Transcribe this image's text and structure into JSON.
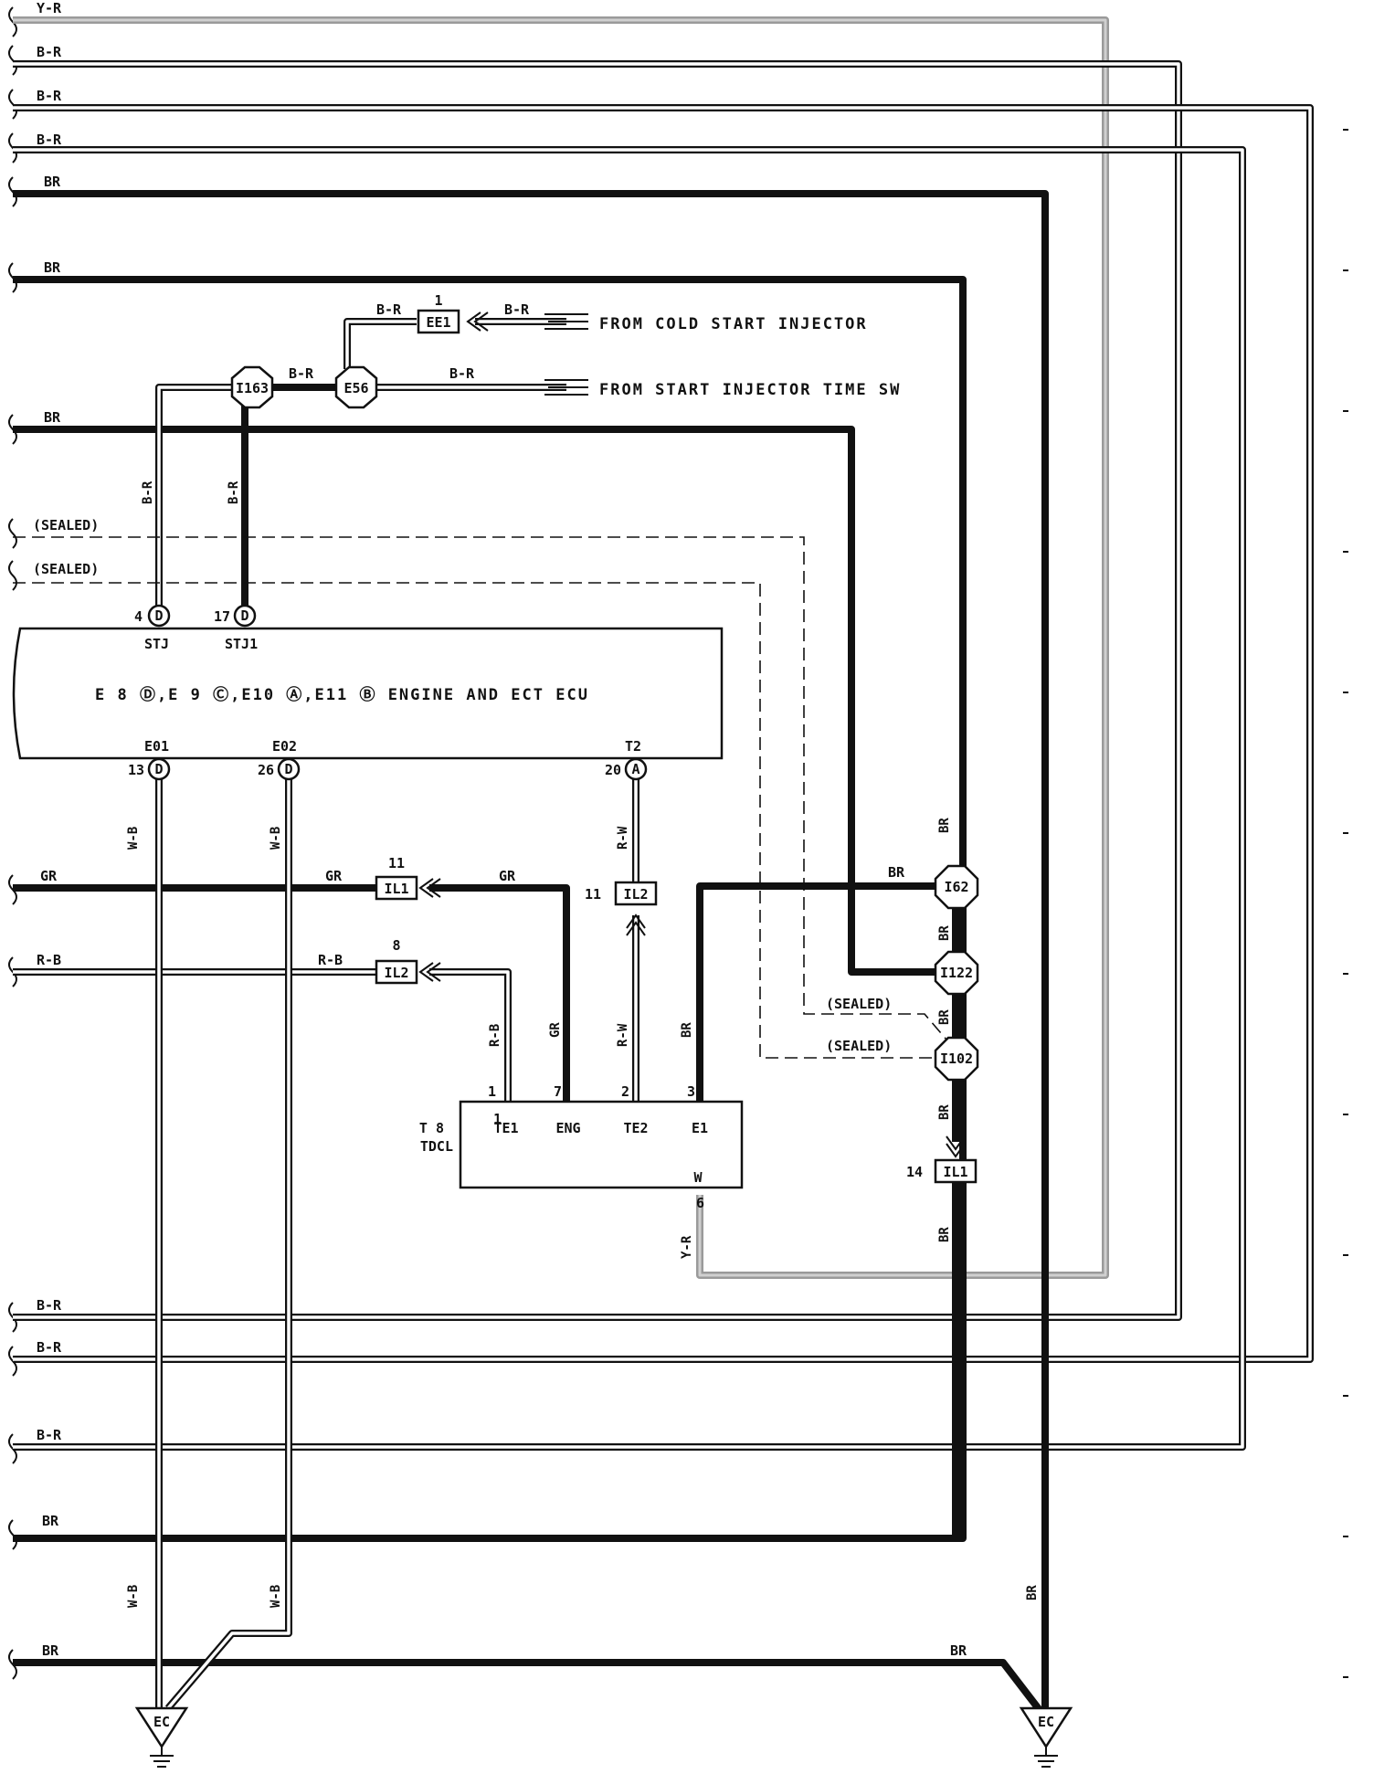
{
  "wires": {
    "left_top": [
      "Y-R",
      "B-R",
      "B-R",
      "B-R",
      "BR",
      "BR",
      "BR"
    ],
    "left_bottom": [
      "B-R",
      "B-R",
      "B-R",
      "BR",
      "BR"
    ],
    "gr": "GR",
    "rb": "R-B",
    "wb": "W-B",
    "rw": "R-W",
    "br": "BR",
    "yr": "Y-R",
    "b_r": "B-R"
  },
  "sealed": "(SEALED)",
  "connectors": {
    "ee1": {
      "name": "EE1",
      "pin": "1"
    },
    "e56": "E56",
    "i163": "I163",
    "i62": "I62",
    "i122": "I122",
    "i102": "I102",
    "il1_top": {
      "name": "IL1",
      "pin": "11"
    },
    "il2_left": {
      "name": "IL2",
      "pin": "8"
    },
    "il2_mid": {
      "name": "IL2",
      "pin": "11"
    },
    "il1_bottom": {
      "name": "IL1",
      "pin": "14"
    }
  },
  "sources": {
    "cold_start": "FROM COLD START INJECTOR",
    "start_time_sw": "FROM START INJECTOR TIME SW"
  },
  "ecu": {
    "title": "E 8 Ⓓ,E 9 Ⓒ,E10 Ⓐ,E11 Ⓑ ENGINE AND ECT ECU",
    "pins_top": [
      {
        "num": "4",
        "letter": "D",
        "name": "STJ"
      },
      {
        "num": "17",
        "letter": "D",
        "name": "STJ1"
      }
    ],
    "pins_bottom": [
      {
        "num": "13",
        "letter": "D",
        "name": "E01"
      },
      {
        "num": "26",
        "letter": "D",
        "name": "E02"
      },
      {
        "num": "20",
        "letter": "A",
        "name": "T2"
      }
    ]
  },
  "tdcl": {
    "ref": "T 8",
    "name": "TDCL",
    "pins": [
      {
        "num": "1",
        "name": "TE1"
      },
      {
        "num": "7",
        "name": "ENG"
      },
      {
        "num": "2",
        "name": "TE2"
      },
      {
        "num": "3",
        "name": "E1"
      },
      {
        "num": "6",
        "name": "W"
      }
    ]
  },
  "grounds": [
    "EC",
    "EC"
  ]
}
